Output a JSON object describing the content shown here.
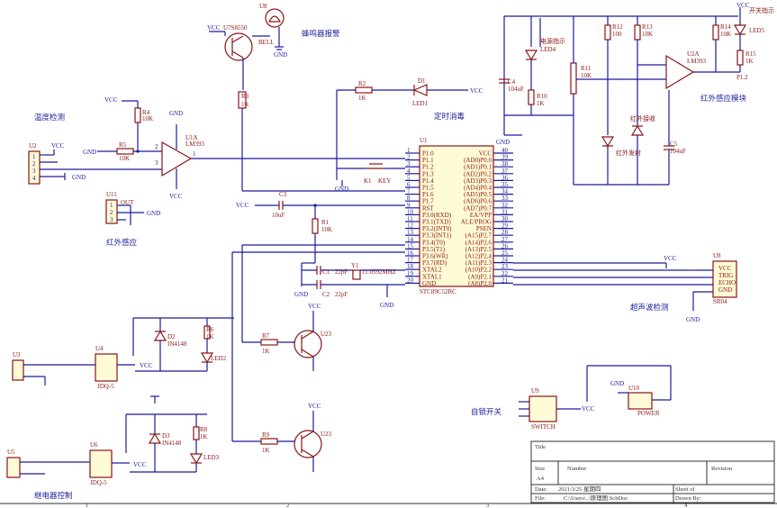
{
  "power": {
    "vcc": "VCC",
    "gnd": "GND"
  },
  "labels": {
    "buzzer": "蜂鸣器报警",
    "temp": "温度检测",
    "ir_sense": "红外感应",
    "timer_off": "定时消毒",
    "ir_module": "红外感应模块",
    "ultrasonic": "超声波检测",
    "latch_switch": "自锁开关",
    "relay": "继电器控制"
  },
  "parts": {
    "u8_top": "U8",
    "u7": "U7S8550",
    "bell": "BELL",
    "r3": "R3",
    "r3v": "1K",
    "u2": "U2",
    "r4": "R4",
    "r4v": "10K",
    "r5": "R5",
    "r5v": "10K",
    "u1a": "U1A",
    "lm393": "LM393",
    "u11": "U11",
    "out": "OUT",
    "r2": "R2",
    "r2v": "1K",
    "d1": "D1",
    "led1": "LED1",
    "k1": "K1",
    "key": "KEY",
    "c3": "C3",
    "c3v": "10uF",
    "r1": "R1",
    "r1v": "10K",
    "c1": "C1",
    "c1v": "22pF",
    "c2": "C2",
    "c2v": "22pF",
    "y1": "Y1",
    "y1v": "11.0592MHZ",
    "u1": "U1",
    "mcu": "STC89C52RC",
    "c4": "C4",
    "c4v": "104uF",
    "r10": "R10",
    "r10v": "1K",
    "led4": "LED4",
    "power_ind": "电源指示",
    "r11": "R11",
    "r11v": "10K",
    "r12": "R12",
    "r12v": "100",
    "r13": "R13",
    "r13v": "10K",
    "ir_rx": "红外接收",
    "ir_tx": "红外发射",
    "c5": "C5",
    "c5v": "104uF",
    "u2a": "U2A",
    "lm393b": "LM393",
    "r14": "R14",
    "r14v": "10K",
    "r15": "R15",
    "r15v": "1K",
    "led5": "LED5",
    "sw_ind": "开关指示",
    "p12": "P1.2",
    "u8": "U8",
    "u8_pins": [
      "VCC",
      "TRIG",
      "ECHO",
      "GND"
    ],
    "sr04": "SR04",
    "u3": "U3",
    "u4": "U4",
    "jdq1": "JDQ-5",
    "d2": "D2",
    "d2v": "IN4148",
    "r6": "R6",
    "r6v": "1K",
    "led2": "LED2",
    "r7": "R7",
    "r7v": "1K",
    "u23": "U23",
    "u5": "U5",
    "u6": "U6",
    "jdq2": "JDQ-5",
    "d3": "D3",
    "d3v": "IN4148",
    "r8": "R8",
    "r8v": "1K",
    "led3": "LED3",
    "r9": "R9",
    "r9v": "1K",
    "u23b": "U23",
    "u9": "U9",
    "switch": "SWITCH",
    "u10": "U10",
    "power": "POWER"
  },
  "mcu_left": [
    [
      "1",
      "P1.0"
    ],
    [
      "2",
      "P1.1"
    ],
    [
      "3",
      "P1.2"
    ],
    [
      "4",
      "P1.3"
    ],
    [
      "5",
      "P1.4"
    ],
    [
      "6",
      "P1.5"
    ],
    [
      "7",
      "P1.6"
    ],
    [
      "8",
      "P1.7"
    ],
    [
      "9",
      "RST"
    ],
    [
      "10",
      "P3.0(RXD)"
    ],
    [
      "11",
      "P3.1(TXD)"
    ],
    [
      "12",
      "P3.2(INT0)"
    ],
    [
      "13",
      "P3.3(INT1)"
    ],
    [
      "14",
      "P3.4(T0)"
    ],
    [
      "15",
      "P3.5(T1)"
    ],
    [
      "16",
      "P3.6(WR)"
    ],
    [
      "17",
      "P3.7(RD)"
    ],
    [
      "18",
      "XTAL2"
    ],
    [
      "19",
      "XTAL1"
    ],
    [
      "20",
      "GND"
    ]
  ],
  "mcu_right": [
    [
      "40",
      "VCC"
    ],
    [
      "39",
      "(AD0)P0.0"
    ],
    [
      "38",
      "(AD1)P0.1"
    ],
    [
      "37",
      "(AD2)P0.2"
    ],
    [
      "36",
      "(AD3)P0.3"
    ],
    [
      "35",
      "(AD4)P0.4"
    ],
    [
      "34",
      "(AD5)P0.5"
    ],
    [
      "33",
      "(AD6)P0.6"
    ],
    [
      "32",
      "(AD7)P0.7"
    ],
    [
      "31",
      "EA/VPP"
    ],
    [
      "30",
      "ALE/PROG"
    ],
    [
      "29",
      "PSEN"
    ],
    [
      "28",
      "(A15)P2.7"
    ],
    [
      "27",
      "(A14)P2.6"
    ],
    [
      "26",
      "(A13)P2.5"
    ],
    [
      "25",
      "(A12)P2.4"
    ],
    [
      "24",
      "(A11)P2.3"
    ],
    [
      "23",
      "(A10)P2.2"
    ],
    [
      "22",
      "(A9)P2.1"
    ],
    [
      "21",
      "(A8)P2.0"
    ]
  ],
  "title_block": {
    "title": "Title",
    "size": "Size",
    "size_v": "A4",
    "number": "Number",
    "revision": "Revision",
    "date": "Date:",
    "date_v": "2021/3/25 星期四",
    "sheet": "Sheet of",
    "file": "File:",
    "file_v": "C:\\Users\\..\\原理图.SchDoc",
    "drawn": "Drawn By:"
  },
  "border_cols": [
    "1",
    "2",
    "3",
    "4"
  ]
}
